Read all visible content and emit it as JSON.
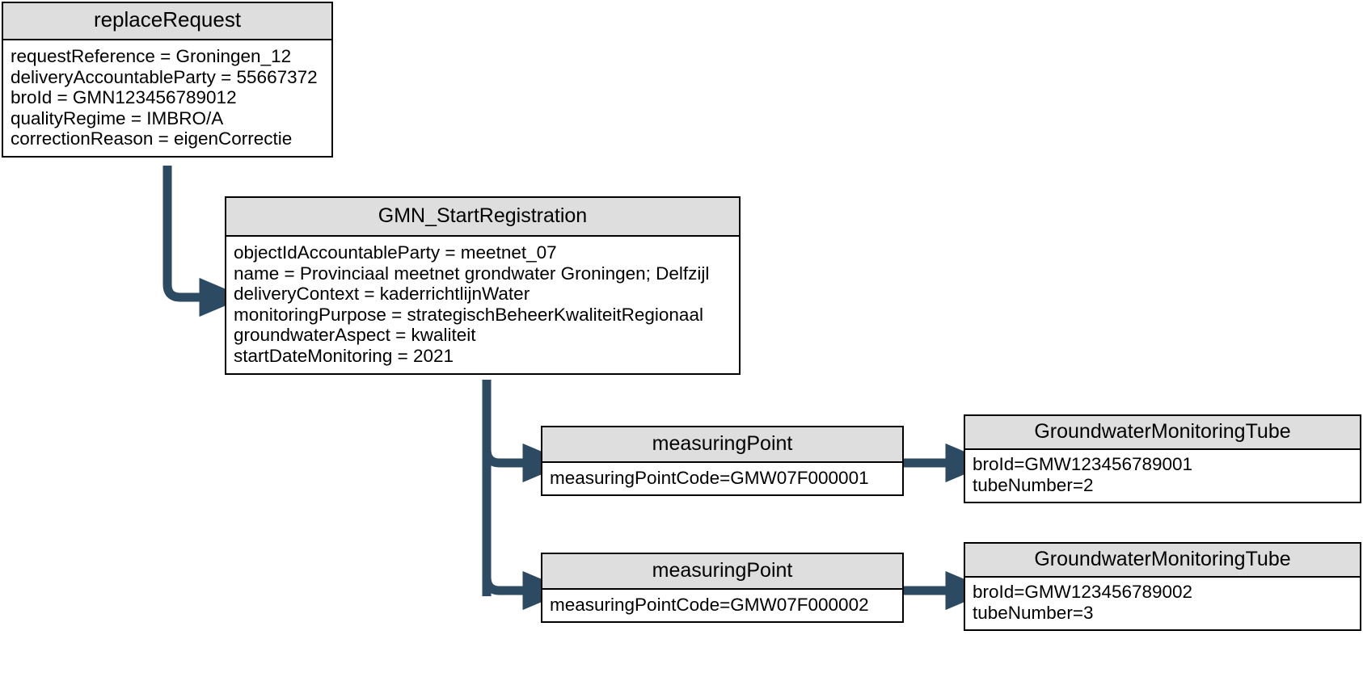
{
  "diagram": {
    "title": "replaceRequest GMN_StartRegistration object diagram",
    "colors": {
      "header_fill": "#dedede",
      "box_border": "#000000",
      "box_fill": "#ffffff",
      "connector": "#2c4a61",
      "text": "#000000"
    }
  },
  "boxes": {
    "replace_request": {
      "title": "replaceRequest",
      "attributes": [
        "requestReference = Groningen_12",
        "deliveryAccountableParty = 55667372",
        "broId = GMN123456789012",
        "qualityRegime = IMBRO/A",
        "correctionReason = eigenCorrectie"
      ]
    },
    "gmn_start_registration": {
      "title": "GMN_StartRegistration",
      "attributes": [
        "objectIdAccountableParty = meetnet_07",
        "name = Provinciaal meetnet grondwater Groningen; Delfzijl",
        "deliveryContext = kaderrichtlijnWater",
        "monitoringPurpose = strategischBeheerKwaliteitRegionaal",
        "groundwaterAspect = kwaliteit",
        "startDateMonitoring = 2021"
      ]
    },
    "measuring_point_1": {
      "title": "measuringPoint",
      "attributes": [
        "measuringPointCode=GMW07F000001"
      ]
    },
    "measuring_point_2": {
      "title": "measuringPoint",
      "attributes": [
        "measuringPointCode=GMW07F000002"
      ]
    },
    "groundwater_monitoring_tube_1": {
      "title": "GroundwaterMonitoringTube",
      "attributes": [
        "broId=GMW123456789001",
        "tubeNumber=2"
      ]
    },
    "groundwater_monitoring_tube_2": {
      "title": "GroundwaterMonitoringTube",
      "attributes": [
        "broId=GMW123456789002",
        "tubeNumber=3"
      ]
    }
  },
  "connectors": [
    {
      "name": "replace-request-to-gmn-start",
      "from": "replace_request",
      "to": "gmn_start_registration"
    },
    {
      "name": "gmn-start-to-measuring-point-1",
      "from": "gmn_start_registration",
      "to": "measuring_point_1"
    },
    {
      "name": "gmn-start-to-measuring-point-2",
      "from": "gmn_start_registration",
      "to": "measuring_point_2"
    },
    {
      "name": "measuring-point-1-to-tube-1",
      "from": "measuring_point_1",
      "to": "groundwater_monitoring_tube_1"
    },
    {
      "name": "measuring-point-2-to-tube-2",
      "from": "measuring_point_2",
      "to": "groundwater_monitoring_tube_2"
    }
  ]
}
